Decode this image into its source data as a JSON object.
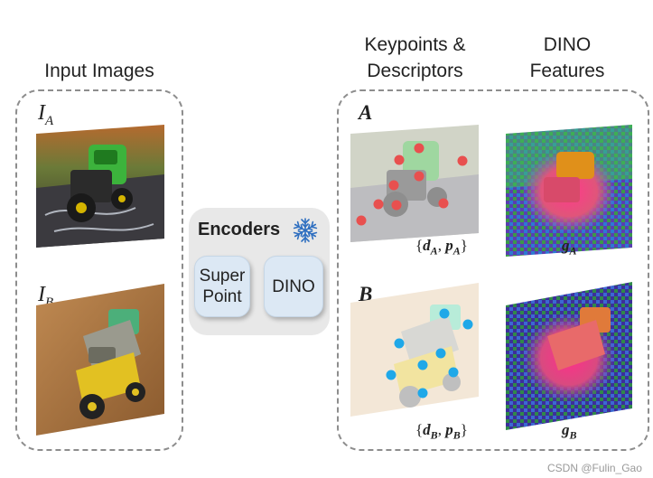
{
  "titles": {
    "input_images": "Input Images",
    "keypoints_line1": "Keypoints &",
    "keypoints_line2": "Descriptors",
    "dino_line1": "DINO",
    "dino_line2": "Features"
  },
  "labels": {
    "image_a": "I",
    "image_a_sub": "A",
    "image_b": "I",
    "image_b_sub": "B",
    "set_a": "A",
    "set_b": "B"
  },
  "encoders": {
    "title": "Encoders",
    "icon": "snowflake-icon",
    "superpoint_line1": "Super",
    "superpoint_line2": "Point",
    "dino": "DINO"
  },
  "captions": {
    "desc_a_d": "d",
    "desc_a_d_sub": "A",
    "desc_a_p": "p",
    "desc_a_p_sub": "A",
    "desc_b_d": "d",
    "desc_b_d_sub": "B",
    "desc_b_p": "p",
    "desc_b_p_sub": "B",
    "feat_a": "g",
    "feat_a_sub": "A",
    "feat_b": "g",
    "feat_b_sub": "B"
  },
  "colors": {
    "keypoint_a": "#e8504f",
    "keypoint_b": "#1fa8e8",
    "encoder_button": "#dce8f4",
    "border": "#8d8d8d"
  },
  "watermark": "CSDN @Fulin_Gao"
}
